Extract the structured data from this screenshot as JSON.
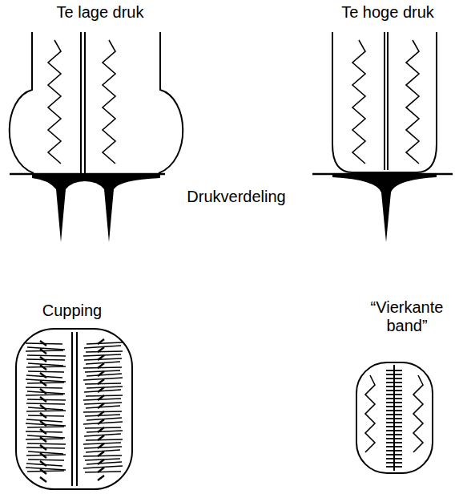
{
  "diagram": {
    "labels": [
      "Te lage druk",
      "Te hoge druk",
      "Drukverdeling",
      "Cupping",
      "“Vierkante band”"
    ]
  }
}
